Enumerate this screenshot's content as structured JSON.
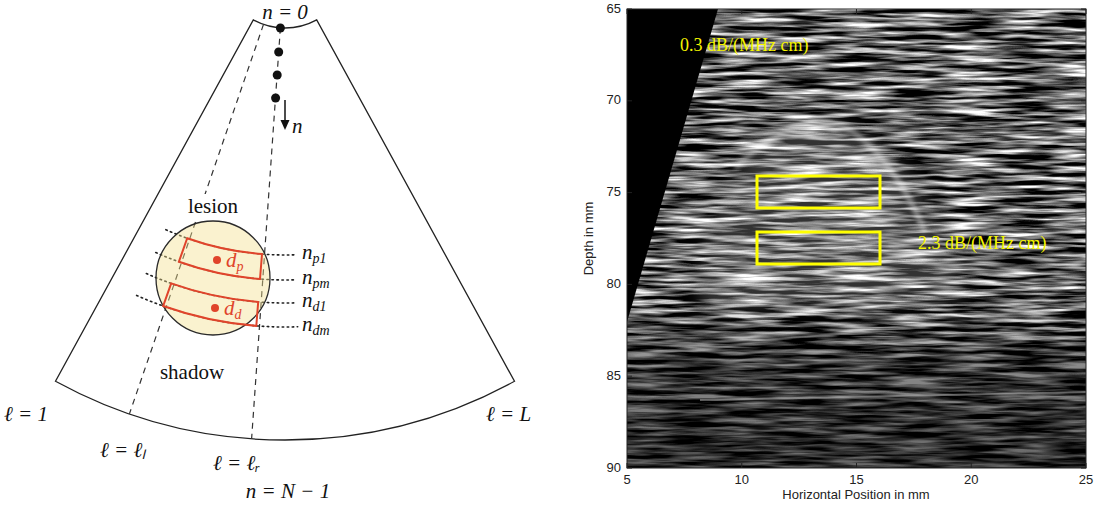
{
  "diagram": {
    "nodes": [
      {
        "text": [
          "lesion"
        ]
      },
      {
        "text": [
          "dp"
        ],
        "in": 0
      },
      {
        "text": [
          "dd"
        ],
        "in": 0
      }
    ],
    "labels": [
      "n = 0",
      "n",
      "np1",
      "npm",
      "nd1",
      "ndm",
      "shadow",
      "ℓ = 1",
      "ℓ = ℓₗ",
      "ℓ = ℓᵣ",
      "ℓ = L",
      "n = N − 1",
      "65",
      "70",
      "75",
      "80",
      "85",
      "90",
      "Depth in mm",
      "5",
      "10",
      "15",
      "20",
      "25",
      "Horizontal Position in mm",
      "0.3 dB/(MHz cm)",
      "2.3 dB/(MHz cm)"
    ]
  }
}
